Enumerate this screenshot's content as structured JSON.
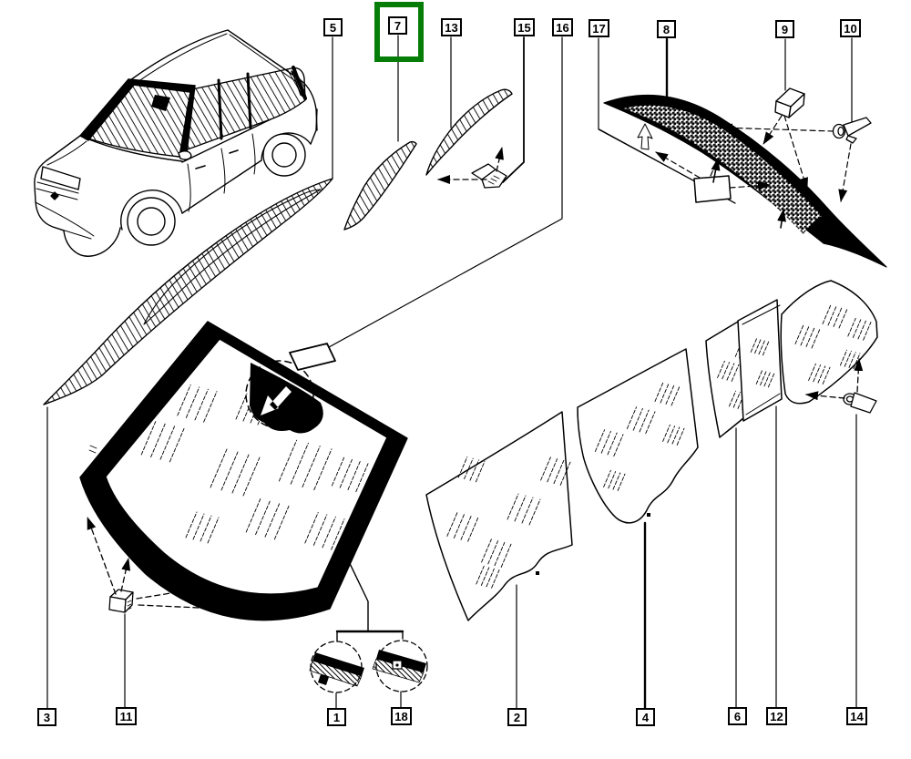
{
  "diagram": {
    "background_color": "#ffffff",
    "line_color": "#000000",
    "highlight": {
      "callout": "7",
      "color": "#067d06",
      "style_css": "border-color:#067d06;"
    },
    "callouts": {
      "top": [
        {
          "label": "5",
          "highlighted": false
        },
        {
          "label": "7",
          "highlighted": true
        },
        {
          "label": "13",
          "highlighted": false
        },
        {
          "label": "15",
          "highlighted": false
        },
        {
          "label": "16",
          "highlighted": false
        },
        {
          "label": "17",
          "highlighted": false
        },
        {
          "label": "8",
          "highlighted": false
        },
        {
          "label": "9",
          "highlighted": false
        },
        {
          "label": "10",
          "highlighted": false
        }
      ],
      "bottom": [
        {
          "label": "3",
          "highlighted": false
        },
        {
          "label": "11",
          "highlighted": false
        },
        {
          "label": "1",
          "highlighted": false
        },
        {
          "label": "18",
          "highlighted": false
        },
        {
          "label": "2",
          "highlighted": false
        },
        {
          "label": "4",
          "highlighted": false
        },
        {
          "label": "6",
          "highlighted": false
        },
        {
          "label": "12",
          "highlighted": false
        },
        {
          "label": "14",
          "highlighted": false
        }
      ]
    }
  }
}
